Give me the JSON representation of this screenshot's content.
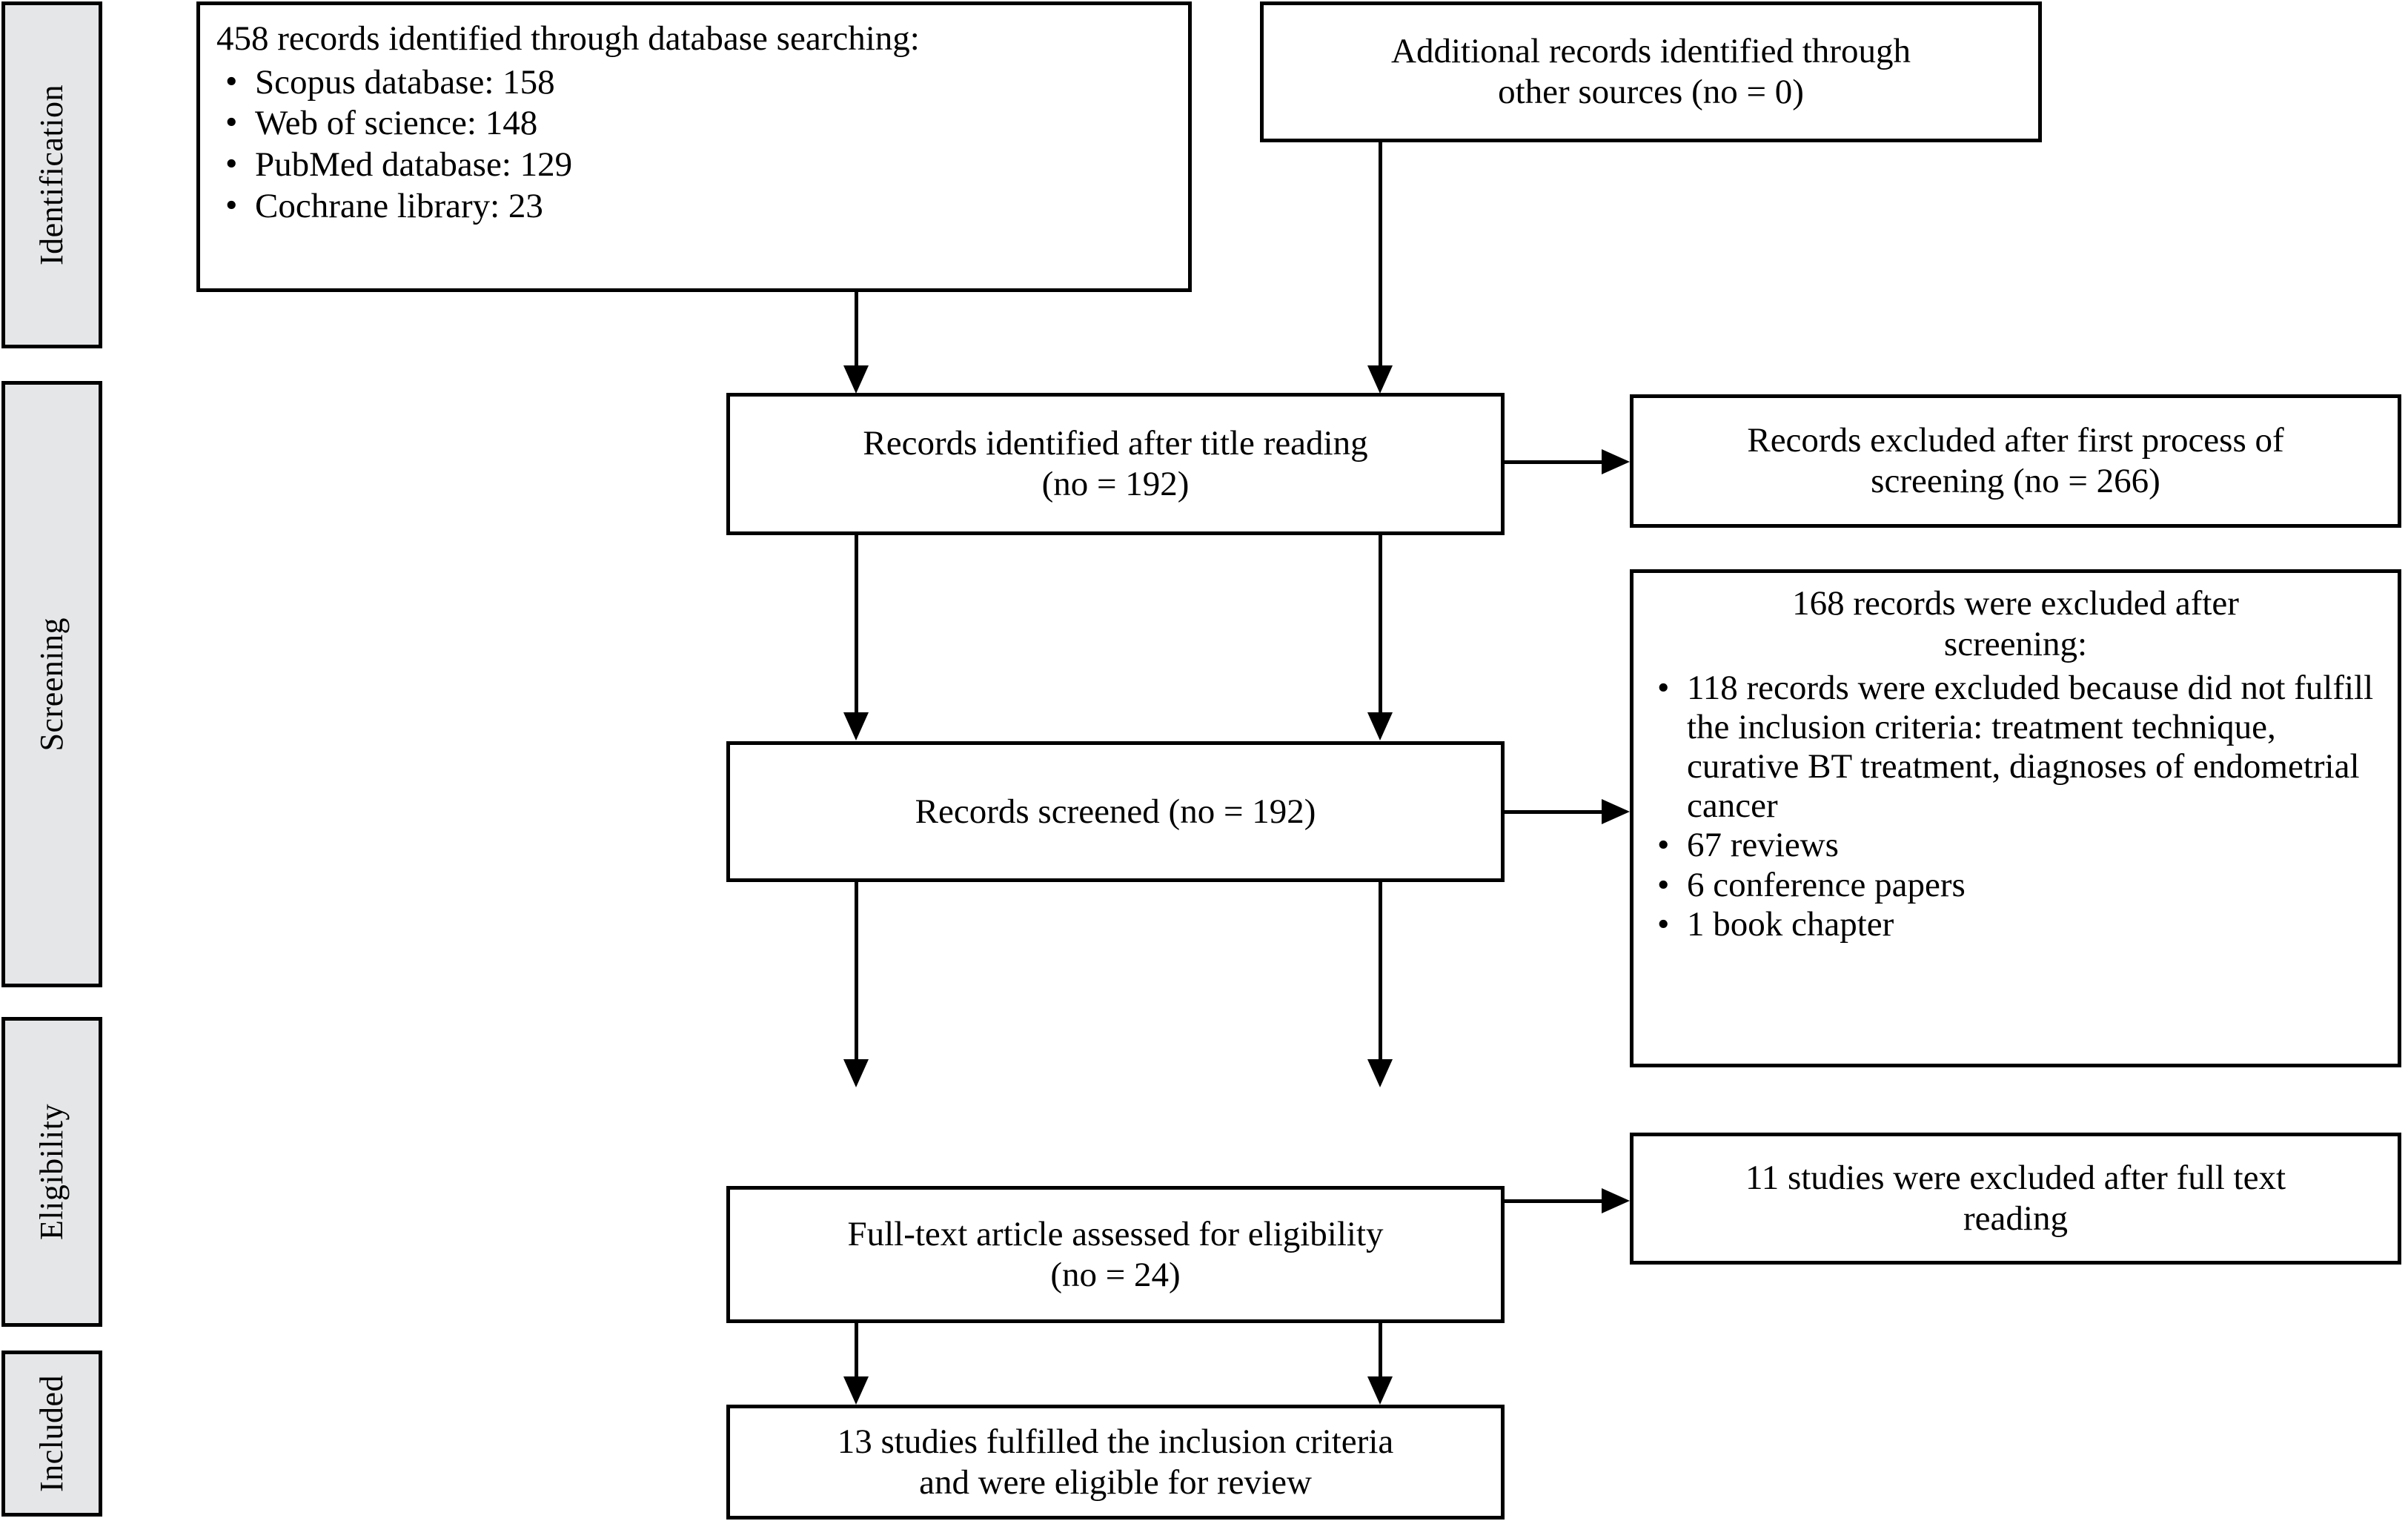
{
  "diagram": {
    "type": "prisma-flow-diagram",
    "stages": [
      {
        "id": "identification",
        "label": "Identification"
      },
      {
        "id": "screening",
        "label": "Screening"
      },
      {
        "id": "eligibility",
        "label": "Eligibility"
      },
      {
        "id": "included",
        "label": "Included"
      }
    ],
    "boxes": {
      "database_search": {
        "heading": "458 records identified through database searching:",
        "items": [
          "Scopus database: 158",
          "Web of science: 148",
          "PubMed database: 129",
          "Cochrane library: 23"
        ]
      },
      "other_sources": {
        "text": "Additional records identified through\nother sources (no = 0)"
      },
      "title_reading": {
        "text": "Records identified after title reading\n(no = 192)"
      },
      "excluded_first": {
        "text": "Records excluded after first process of\nscreening (no = 266)"
      },
      "records_screened": {
        "text": "Records screened (no = 192)"
      },
      "excluded_screening": {
        "heading": "168 records were excluded after\nscreening:",
        "items": [
          "118 records were excluded because did not fulfill the inclusion criteria: treatment technique, curative BT treatment, diagnoses of endometrial cancer",
          "67 reviews",
          "6 conference papers",
          "1 book chapter"
        ]
      },
      "full_text": {
        "text": "Full-text article assessed for eligibility\n(no = 24)"
      },
      "excluded_fulltext": {
        "text": "11 studies were excluded after full text\nreading"
      },
      "included_final": {
        "text": "13 studies fulfilled the inclusion criteria\nand were eligible for review"
      }
    },
    "colors": {
      "stage_fill": "#e4e6e8",
      "border": "#000000",
      "box_fill": "#ffffff",
      "text": "#000000"
    }
  }
}
